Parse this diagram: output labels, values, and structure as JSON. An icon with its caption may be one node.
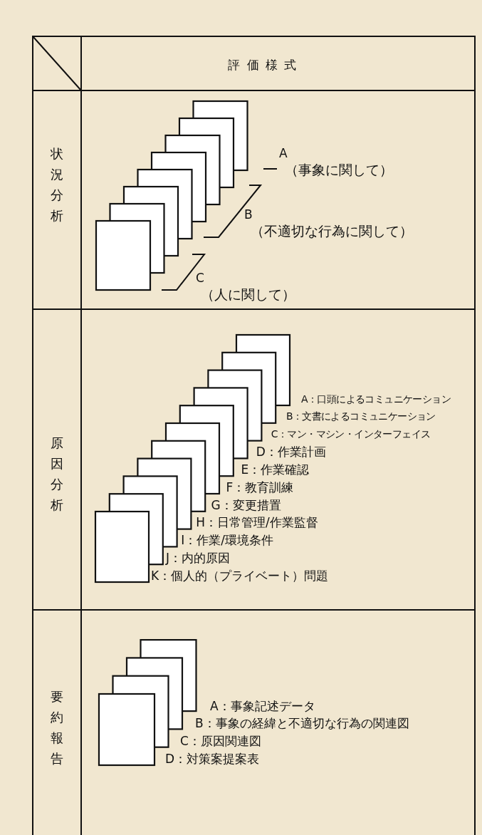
{
  "diagram": {
    "labels": [
      "評価様式",
      "状況分析",
      "A",
      "（事象に関して）",
      "B",
      "（不適切な行為に関して）",
      "C",
      "（人に関して）",
      "原因分析",
      "A：口頭によるコミュニケーション",
      "B：文書によるコミュニケーション",
      "C：マン・マシン・インターフェイス",
      "D：作業計画",
      "E：作業確認",
      "F：教育訓練",
      "G：変更措置",
      "H：日常管理/作業監督",
      "I：作業/環境条件",
      "J：内的原因",
      "K：個人的（プライベート）問題",
      "要約報告",
      "A：事象記述データ",
      "B：事象の経緯と不適切な行為の関連図",
      "C：原因関連図",
      "D：対策案提案表"
    ]
  }
}
